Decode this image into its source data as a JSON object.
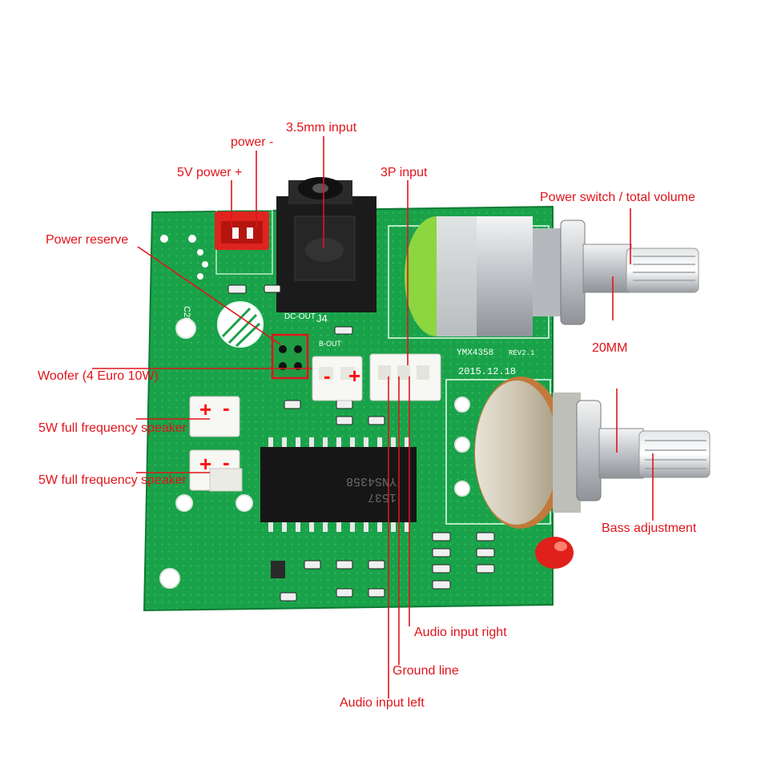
{
  "colors": {
    "annotation": "#e0141b",
    "pcb": "#1aa24a",
    "silkscreen": "#ffffff",
    "knob_green": "#8cd640",
    "metal": "#c9ccd0",
    "led": "#e0201a"
  },
  "annotations": {
    "power_minus": "power -",
    "input_35mm": "3.5mm input",
    "power_5v_plus": "5V power +",
    "input_3p": "3P input",
    "power_switch_volume": "Power switch / total volume",
    "power_reserve": "Power reserve",
    "shaft_20mm": "20MM",
    "woofer": "Woofer (4 Euro 10W)",
    "speaker_full_1": "5W full frequency speaker",
    "speaker_full_2": "5W full frequency speaker",
    "bass_adjustment": "Bass adjustment",
    "audio_input_right": "Audio input right",
    "ground_line": "Ground line",
    "audio_input_left": "Audio input left"
  },
  "polarity": {
    "woofer_minus": "-",
    "woofer_plus": "+",
    "speaker1_plus": "+",
    "speaker1_minus": "-",
    "speaker2_plus": "+",
    "speaker2_minus": "-"
  },
  "board_text": {
    "model": "YMX4358",
    "revision": "REV2.1",
    "date": "2015.12.18",
    "chip_marking": "1537",
    "chip_name": "YNS4358",
    "jack_label": "J4",
    "dc_out": "DC-OUT",
    "b_out": "B-OUT",
    "cap": "C28"
  }
}
